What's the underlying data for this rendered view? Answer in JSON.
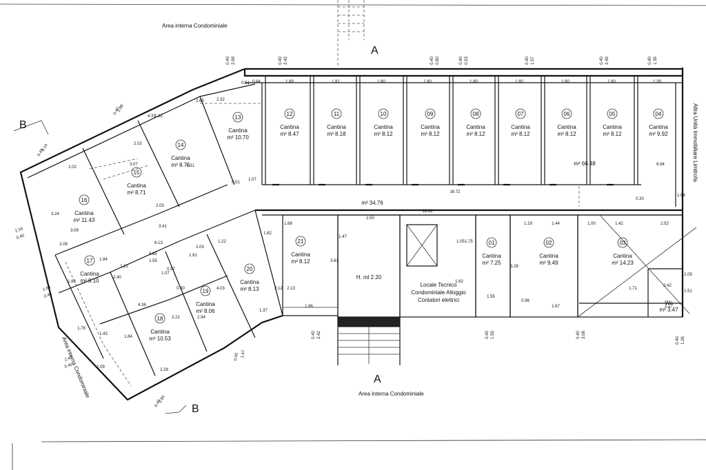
{
  "labels": {
    "area_top": "Area interna Condominiale",
    "area_bottom": "Area interna Condominiale",
    "area_left": "Area interna Condominiale",
    "right_side": "Altra Unità Immobiliare Limitrofa",
    "section_a_top": "A",
    "section_a_bottom": "A",
    "section_b_top": "B",
    "section_b_bottom": "B",
    "stair": "H. ml 2.20",
    "tech_1": "Locale Tecnico",
    "tech_2": "Condominiale Alloggio",
    "tech_3": "Contatori elettrici",
    "corridor_upper": "m² 66.48",
    "corridor_lower": "m² 34.76"
  },
  "rooms": [
    {
      "num": "04",
      "name": "Cantina",
      "area": "m² 9.92"
    },
    {
      "num": "05",
      "name": "Cantina",
      "area": "m² 8.12"
    },
    {
      "num": "06",
      "name": "Cantina",
      "area": "m² 8.12"
    },
    {
      "num": "07",
      "name": "Cantina",
      "area": "m² 8.12"
    },
    {
      "num": "08",
      "name": "Cantina",
      "area": "m² 8.12"
    },
    {
      "num": "09",
      "name": "Cantina",
      "area": "m² 8.12"
    },
    {
      "num": "10",
      "name": "Cantina",
      "area": "m² 8.12"
    },
    {
      "num": "11",
      "name": "Cantina",
      "area": "m² 8.18"
    },
    {
      "num": "12",
      "name": "Cantina",
      "area": "m² 8.47"
    },
    {
      "num": "13",
      "name": "Cantina",
      "area": "m² 10.70"
    },
    {
      "num": "14",
      "name": "Cantina",
      "area": "m² 8.75"
    },
    {
      "num": "15",
      "name": "Cantina",
      "area": "m² 8.71"
    },
    {
      "num": "16",
      "name": "Cantina",
      "area": "m² 11.43"
    },
    {
      "num": "17",
      "name": "Cantina",
      "area": "m² 8.10"
    },
    {
      "num": "18",
      "name": "Cantina",
      "area": "m² 10.53"
    },
    {
      "num": "19",
      "name": "Cantina",
      "area": "m² 8.06"
    },
    {
      "num": "20",
      "name": "Cantina",
      "area": "m² 8.13"
    },
    {
      "num": "21",
      "name": "Cantina",
      "area": "m² 8.12"
    },
    {
      "num": "01",
      "name": "Cantina",
      "area": "m² 7.25"
    },
    {
      "num": "02",
      "name": "Cantina",
      "area": "m² 9.49"
    },
    {
      "num": "03",
      "name": "Cantina",
      "area": "m² 14.23"
    },
    {
      "num": "",
      "name": "Wc",
      "area": "m² 3.47"
    }
  ],
  "dims_top": [
    "2.98",
    "0.40",
    "2.42",
    "0.40",
    "0.80",
    "0.40",
    "0.93",
    "0.40",
    "1.57",
    "0.40",
    "2.49",
    "0.40",
    "1.39",
    "0.40"
  ],
  "dims_inner": [
    "0.64",
    "1.89",
    "1.81",
    "1.80",
    "1.80",
    "1.80",
    "1.80",
    "1.80",
    "1.80",
    "1.39",
    "2.32",
    "0.51",
    "1.07",
    "0.51",
    "16.72",
    "16.31",
    "1.68",
    "1.68",
    "2.50",
    "1.47",
    "1.05",
    "1.75",
    "1.62",
    "1.55",
    "1.19",
    "1.44",
    "1.00",
    "1.42",
    "2.52",
    "3.28",
    "0.96",
    "1.67",
    "2.05",
    "2.42",
    "1.71",
    "2.27",
    "1.51",
    "0.20",
    "6.94",
    "1.96",
    "2.12",
    "3.61",
    "2.13",
    "1.82",
    "1.37",
    "4.03",
    "1.22",
    "1.07",
    "0.97",
    "1.81",
    "0.80",
    "2.94",
    "2.21",
    "3.07",
    "2.03",
    "6.13",
    "2.02",
    "2.03",
    "4.31",
    "4.31",
    "2.02",
    "3.24",
    "3.09",
    "2.09",
    "1.84",
    "1.22",
    "1.85",
    "2.40",
    "4.36",
    "1.78",
    "1.43",
    "1.84",
    "2.09",
    "2.28",
    "3.41",
    "5.85",
    "1.55",
    "1.82",
    "2.65",
    "0.64"
  ],
  "dims_outer": [
    "3.14",
    "0.40",
    "2.98",
    "0.40",
    "2.16",
    "0.40",
    "1.60",
    "0.40",
    "2.47",
    "0.40",
    "2.84",
    "0.40",
    "1.47",
    "0.40",
    "2.42",
    "0.40",
    "1.55",
    "0.40",
    "3.08",
    "0.40",
    "1.26",
    "0.40"
  ]
}
